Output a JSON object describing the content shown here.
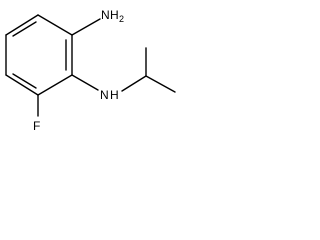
{
  "molecule": {
    "atoms": {
      "amine_top": {
        "element": "N",
        "hydrogens": "2"
      },
      "amine_sec": {
        "element": "N",
        "hydrogens": "H"
      },
      "fluorine": {
        "element": "F"
      }
    }
  }
}
